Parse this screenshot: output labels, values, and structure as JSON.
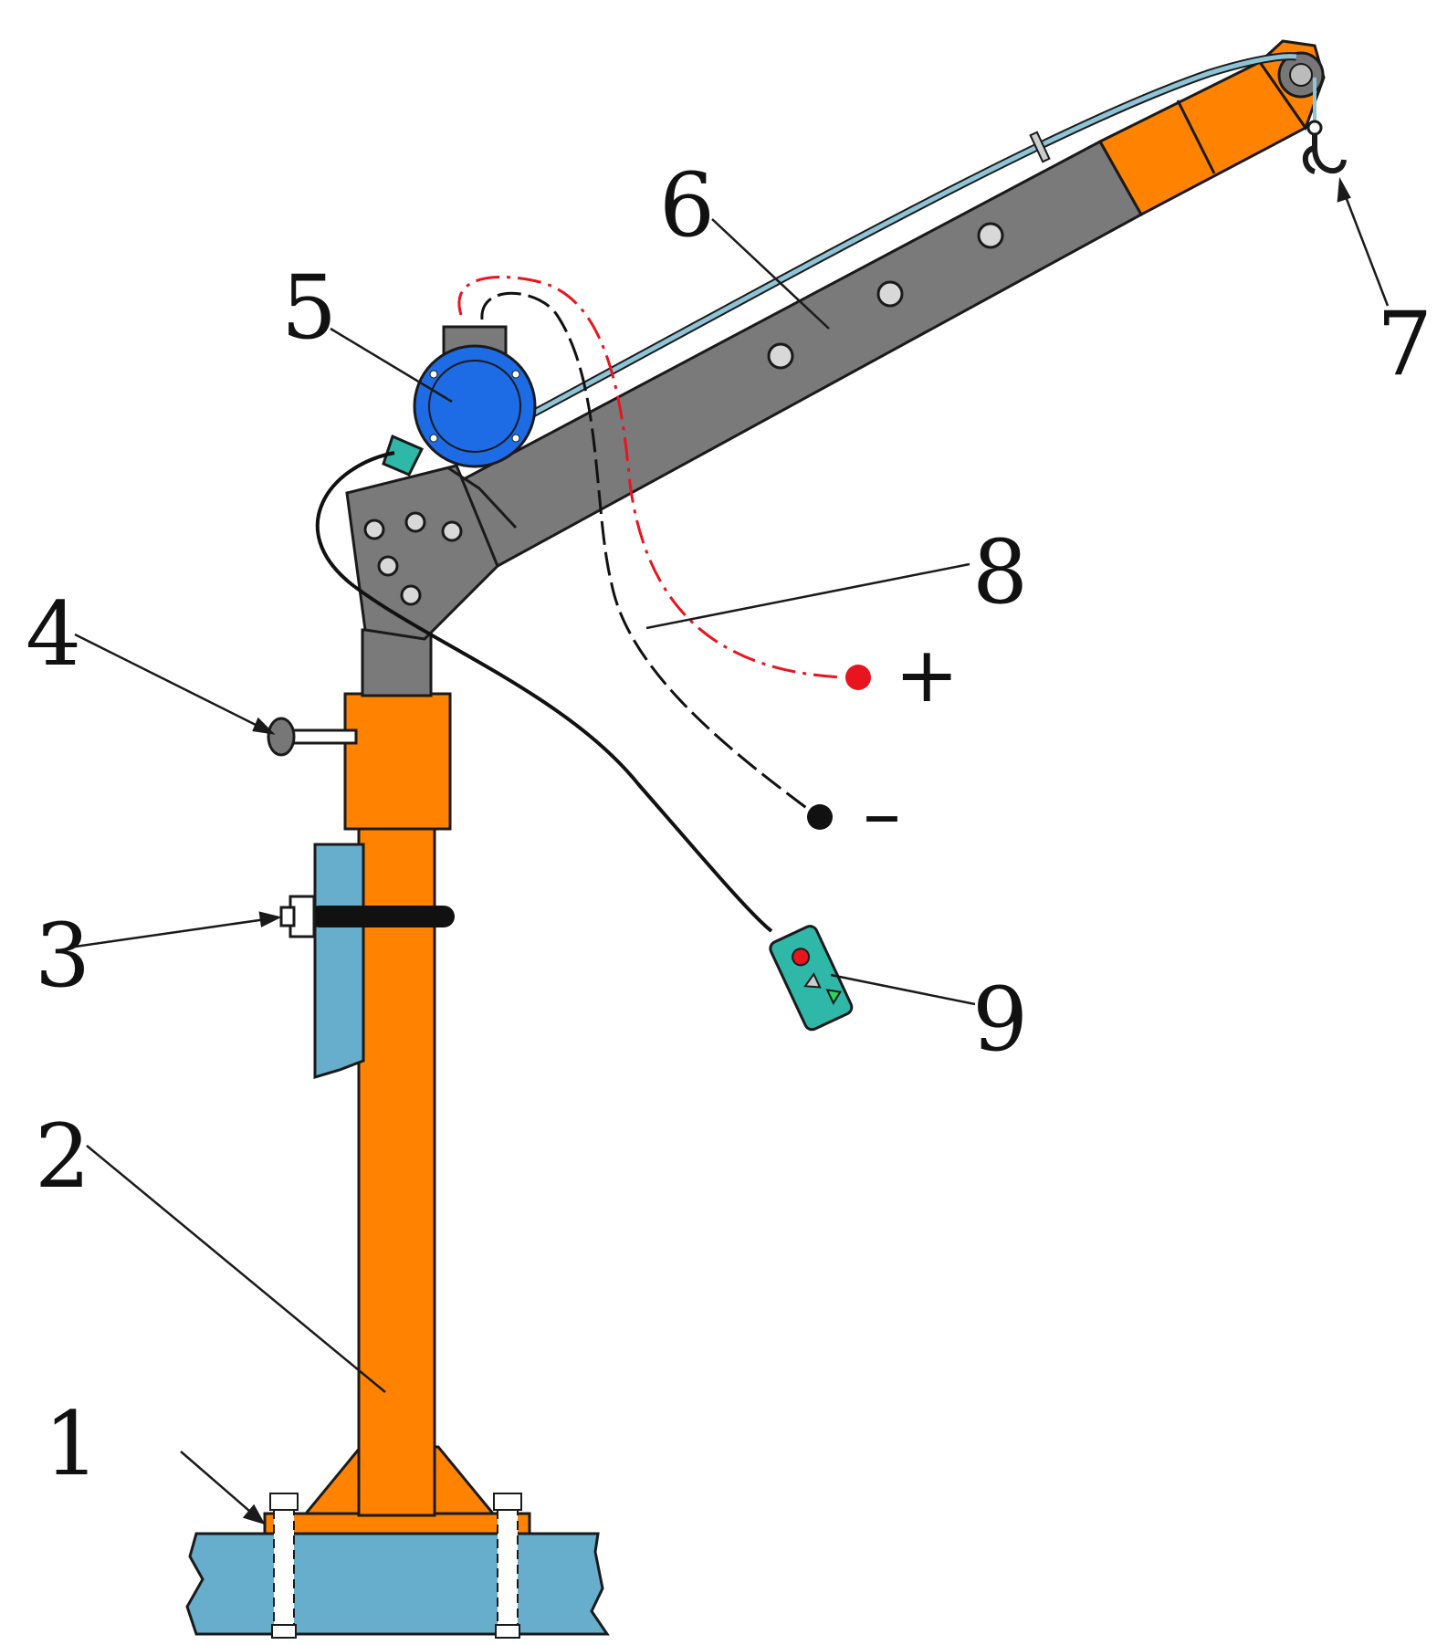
{
  "figure": {
    "labels": [
      "1",
      "2",
      "3",
      "4",
      "5",
      "6",
      "7",
      "8",
      "9"
    ],
    "positive_terminal": "+",
    "negative_terminal": "–"
  },
  "colors": {
    "frame_orange": "#FF8200",
    "boom_gray": "#7A7A7A",
    "mount_blue": "#67AECC",
    "winch_blue": "#1E6BE6",
    "rope_blue": "#8EC4D6",
    "positive_wire": "#E8141E",
    "negative_wire": "#111111",
    "pendant_teal": "#2FB7A8",
    "outline": "#1A1A1A"
  },
  "pendant_buttons": [
    "stop-button",
    "up-arrow-button",
    "down-arrow-button"
  ]
}
